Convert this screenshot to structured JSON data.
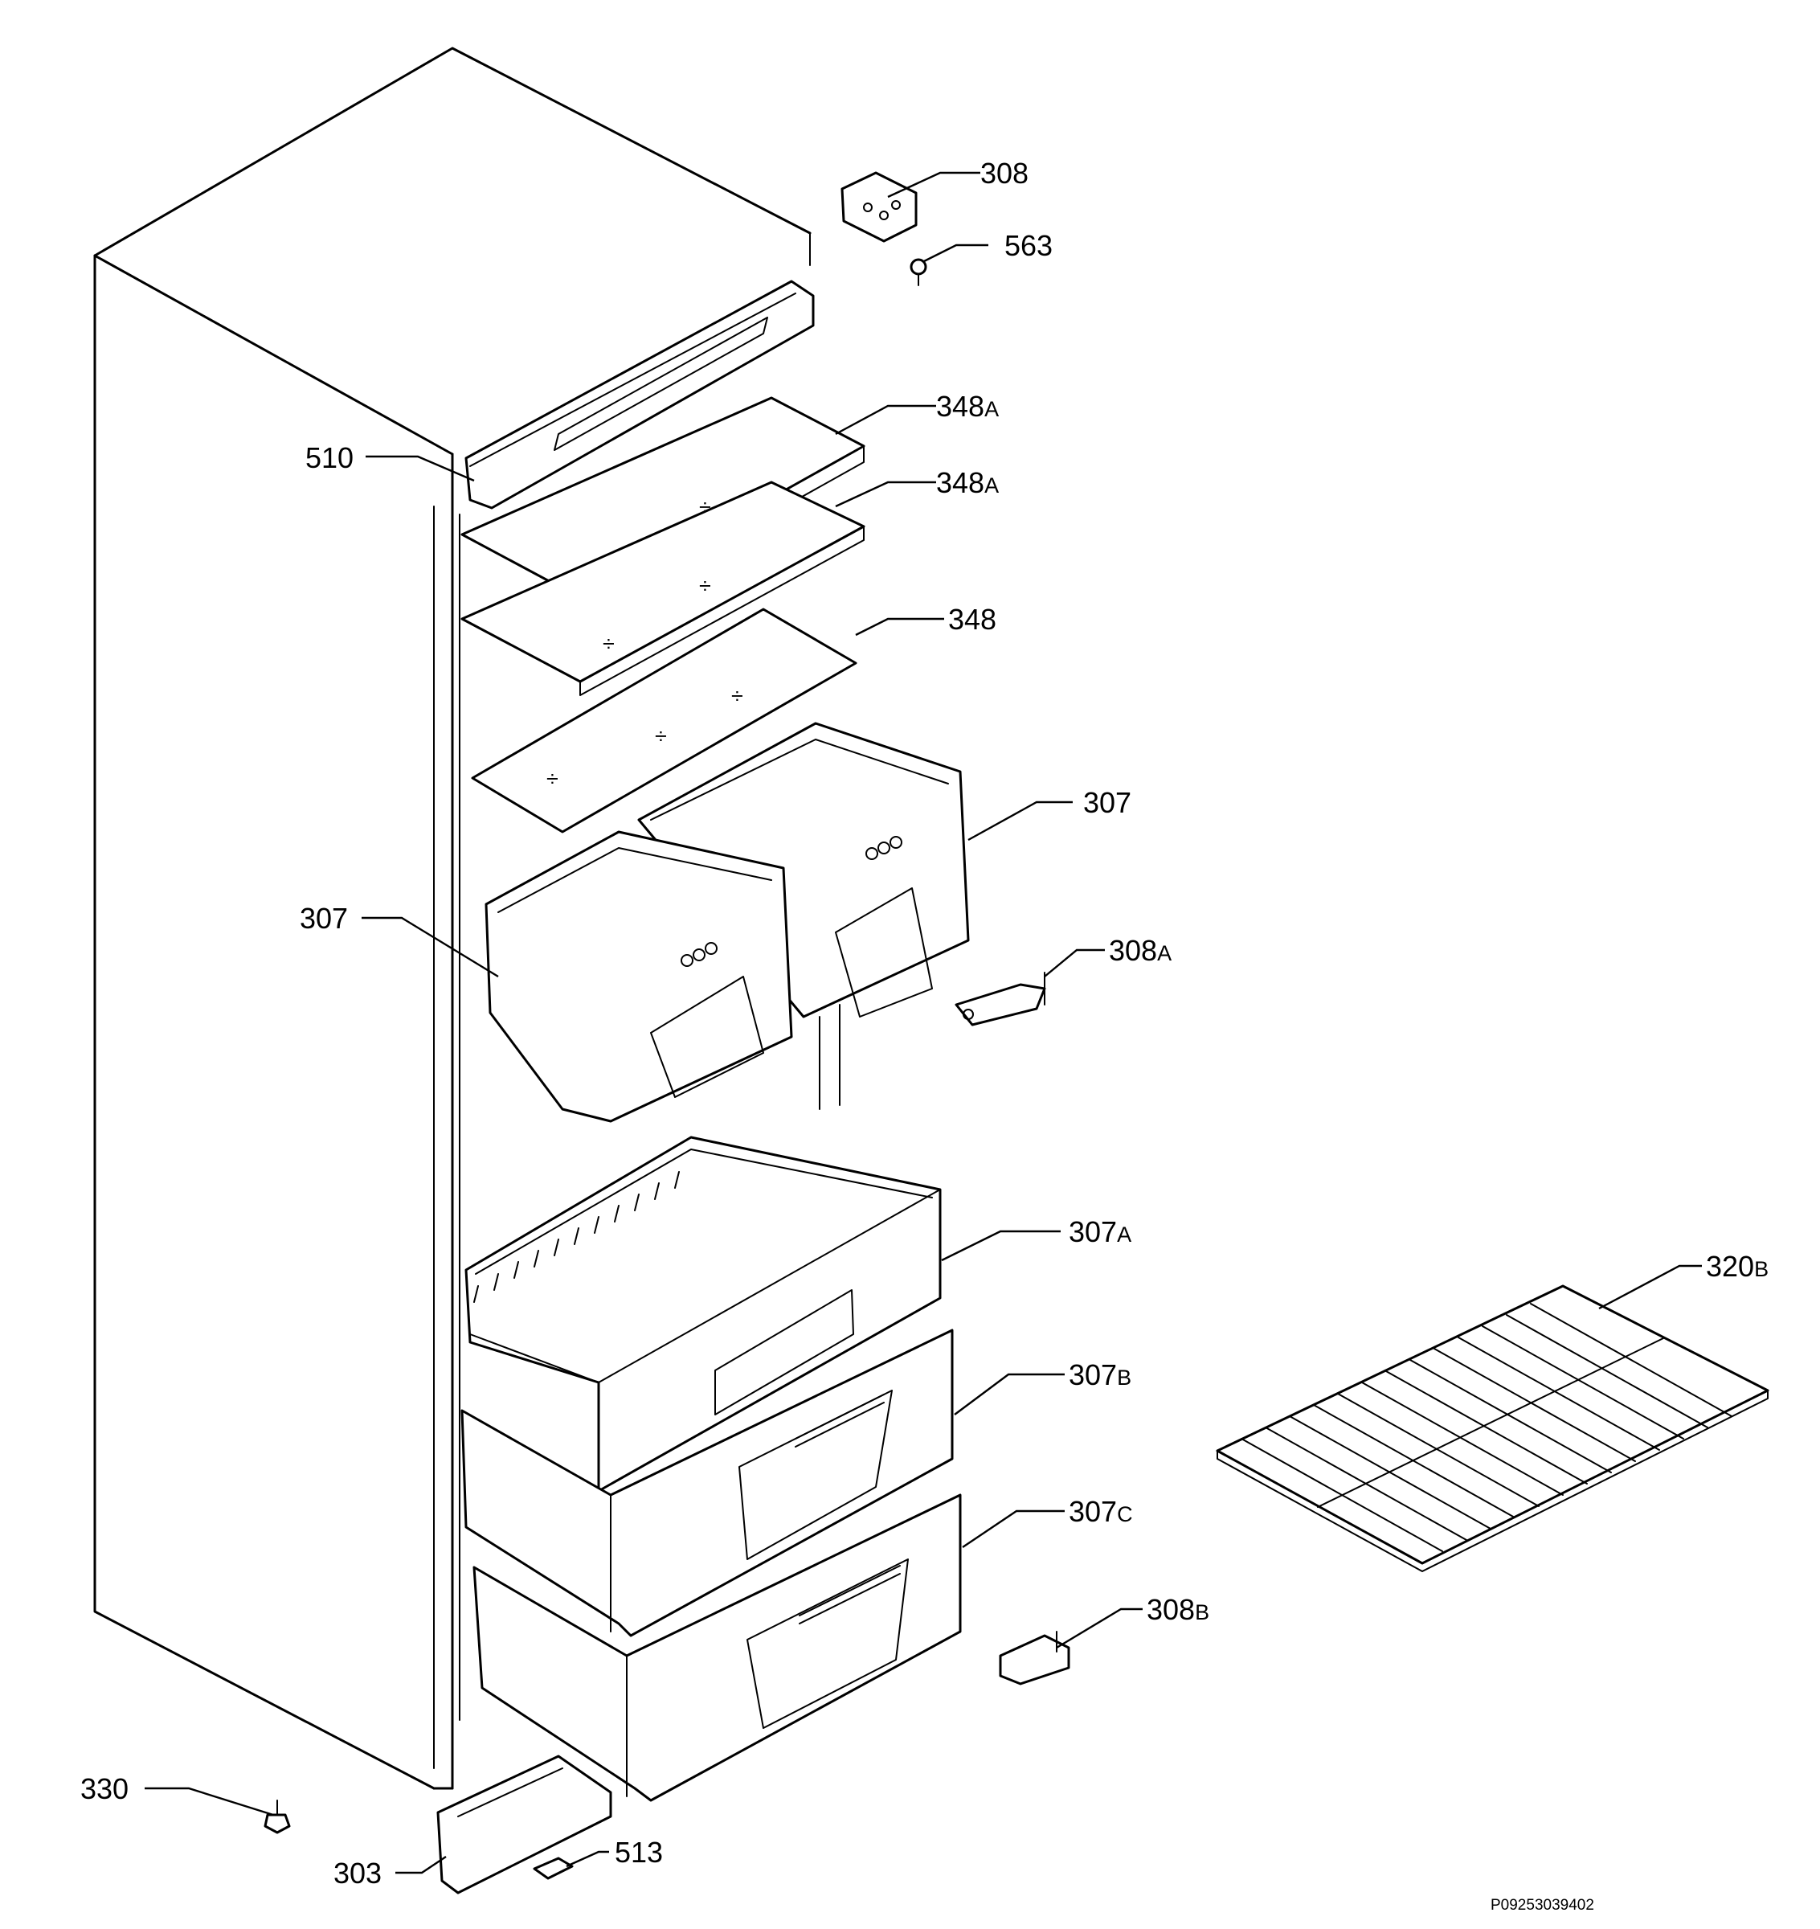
{
  "figure_code": "P09253039402",
  "callouts": [
    {
      "id": "308",
      "number": "308",
      "suffix": ""
    },
    {
      "id": "563",
      "number": "563",
      "suffix": ""
    },
    {
      "id": "348a-upper",
      "number": "348",
      "suffix": "A"
    },
    {
      "id": "510",
      "number": "510",
      "suffix": ""
    },
    {
      "id": "348a-lower",
      "number": "348",
      "suffix": "A"
    },
    {
      "id": "348",
      "number": "348",
      "suffix": ""
    },
    {
      "id": "307-right",
      "number": "307",
      "suffix": ""
    },
    {
      "id": "307-left",
      "number": "307",
      "suffix": ""
    },
    {
      "id": "308a",
      "number": "308",
      "suffix": "A"
    },
    {
      "id": "307a",
      "number": "307",
      "suffix": "A"
    },
    {
      "id": "320b",
      "number": "320",
      "suffix": "B"
    },
    {
      "id": "307b",
      "number": "307",
      "suffix": "B"
    },
    {
      "id": "307c",
      "number": "307",
      "suffix": "C"
    },
    {
      "id": "308b",
      "number": "308",
      "suffix": "B"
    },
    {
      "id": "330",
      "number": "330",
      "suffix": ""
    },
    {
      "id": "513",
      "number": "513",
      "suffix": ""
    },
    {
      "id": "303",
      "number": "303",
      "suffix": ""
    }
  ]
}
